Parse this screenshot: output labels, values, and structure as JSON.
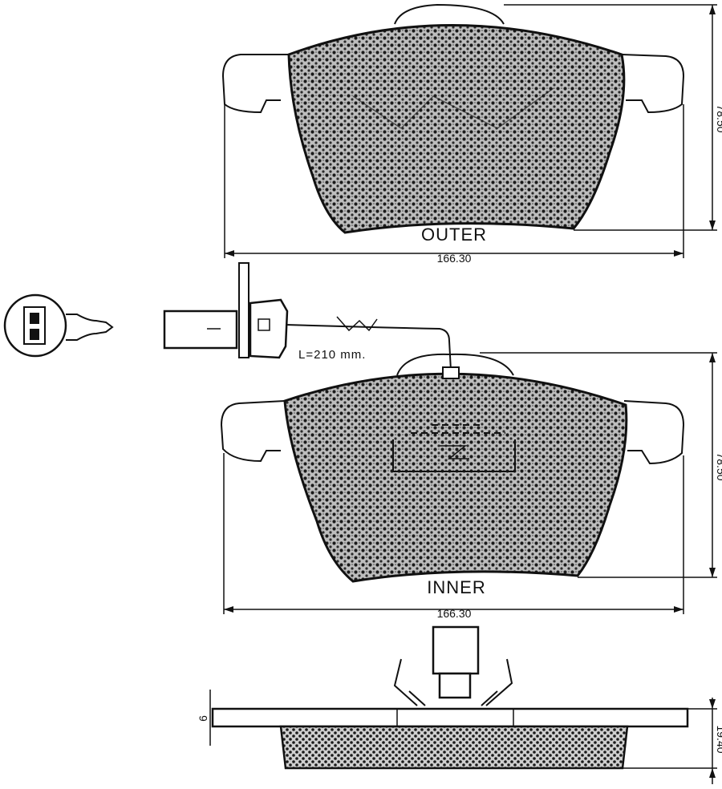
{
  "outer_pad": {
    "label": "OUTER",
    "width_dim": "166.30",
    "height_dim": "78.50"
  },
  "inner_pad": {
    "label": "INNER",
    "width_dim": "166.30",
    "height_dim": "78.50"
  },
  "sensor": {
    "length_label": "L=210 mm."
  },
  "side_view": {
    "backplate_dim": "6",
    "thickness_dim": "19.40"
  },
  "colors": {
    "ink": "#111111",
    "paper": "#ffffff",
    "friction_fill": "#555555"
  }
}
